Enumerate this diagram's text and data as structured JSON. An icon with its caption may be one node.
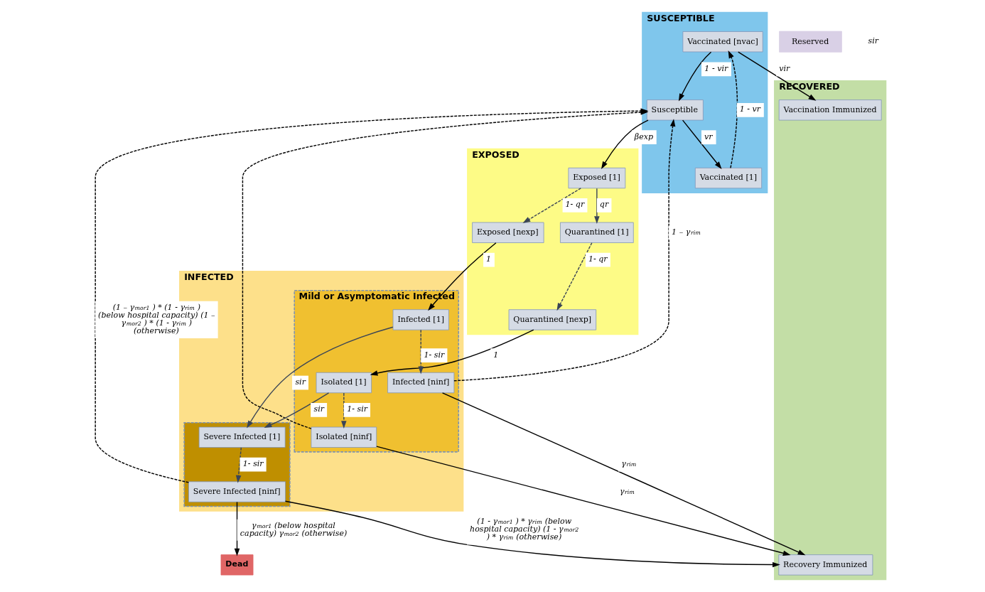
{
  "diagram": {
    "nodes": [
      {
        "text": [
          "RECOVERED"
        ]
      },
      {
        "text": [
          "Vaccination Immunized"
        ],
        "in": 0
      },
      {
        "text": [
          "Recovery Immunized"
        ],
        "in": 0
      },
      {
        "text": [
          "Reserved"
        ]
      },
      {
        "text": [
          "SUSCEPTIBLE"
        ]
      },
      {
        "text": [
          "Vaccinated [nvac]"
        ],
        "in": 4
      },
      {
        "text": [
          "Vaccinated [1]"
        ],
        "in": 4
      },
      {
        "text": [
          "Susceptible"
        ],
        "in": 4
      },
      {
        "text": [
          "EXPOSED"
        ]
      },
      {
        "text": [
          "Exposed [1]"
        ],
        "in": 8
      },
      {
        "text": [
          "Quarantined [1]"
        ],
        "in": 8
      },
      {
        "text": [
          "Exposed [nexp]"
        ],
        "in": 8
      },
      {
        "text": [
          "Quarantined [nexp]"
        ],
        "in": 8
      },
      {
        "text": [
          "INFECTED"
        ]
      },
      {
        "text": [
          "Mild or Asymptomatic Infected"
        ],
        "in": 13
      },
      {
        "text": [
          "Infected [ninf]"
        ],
        "in": 14
      },
      {
        "text": [
          "Infected [1]"
        ],
        "in": 14
      },
      {
        "text": [
          "Isolated [ninf]"
        ],
        "in": 14
      },
      {
        "text": [
          "Isolated [1]"
        ],
        "in": 14
      },
      {
        "text": [],
        "shape": "box",
        "in": 13
      },
      {
        "text": [
          "Severe Infected [ninf]"
        ],
        "in": 19
      },
      {
        "text": [
          "Severe Infected [1]"
        ],
        "in": 19
      },
      {
        "text": [
          "Dead"
        ]
      }
    ],
    "edges": [
      {
        "from": 7,
        "to": 6,
        "arrow": "to",
        "label": "vr"
      },
      {
        "from": 6,
        "to": 5,
        "arrow": "to",
        "label": "1 - vr",
        "style": "dashed"
      },
      {
        "from": 5,
        "to": 1,
        "arrow": "to",
        "label": "vir"
      },
      {
        "from": 5,
        "to": 7,
        "arrow": "to",
        "label": "1 - vir"
      },
      {
        "from": 7,
        "to": 9,
        "arrow": "to",
        "label": "βexp"
      },
      {
        "from": 9,
        "to": 10,
        "arrow": "to",
        "label": "qr",
        "color": "#3b4556"
      },
      {
        "from": 9,
        "to": 11,
        "arrow": "to",
        "label": "1- qr",
        "style": "dashed",
        "color": "#3b4556"
      },
      {
        "from": 10,
        "to": 12,
        "arrow": "to",
        "label": "1- qr",
        "style": "dashed",
        "color": "#3b4556"
      },
      {
        "from": 11,
        "to": 16,
        "arrow": "to",
        "label": "1"
      },
      {
        "from": 12,
        "to": 18,
        "arrow": "to",
        "label": "1"
      },
      {
        "from": 16,
        "to": 15,
        "arrow": "to",
        "label": "1- sir",
        "style": "dashed",
        "color": "#3b4556"
      },
      {
        "from": 18,
        "to": 17,
        "arrow": "to",
        "label": "1- sir",
        "style": "dashed",
        "color": "#3b4556"
      },
      {
        "from": 16,
        "to": 21,
        "arrow": "to",
        "label": "sir",
        "color": "#3b4556"
      },
      {
        "from": 18,
        "to": 21,
        "arrow": "to",
        "label": "sir",
        "color": "#3b4556"
      },
      {
        "from": 21,
        "to": 20,
        "arrow": "to",
        "label": "1- sir",
        "style": "dashed",
        "color": "#3b4556"
      },
      {
        "from": 15,
        "to": 2,
        "arrow": "to",
        "label": "γ$_{rim}$"
      },
      {
        "from": 17,
        "to": 2,
        "arrow": "to",
        "label": "γ$_{rim}$"
      },
      {
        "from": 20,
        "to": 2,
        "arrow": "to",
        "label": "(1 - γ$_{mor1}$ ) * γ$_{rim}$ (below hospital capacity) (1 - γ$_{mor2}$ ) * γ$_{rim}$ (otherwise)"
      },
      {
        "from": 15,
        "to": 7,
        "arrow": "to",
        "label": "1 – γ$_{rim}$",
        "style": "dashed"
      },
      {
        "from": 17,
        "to": 7,
        "arrow": "to",
        "style": "dashed"
      },
      {
        "from": 20,
        "to": 7,
        "arrow": "to",
        "label": "(1 – γ$_{mor1}$ ) * (1 - γ$_{rim}$ ) (below hospital capacity) (1 – γ$_{mor2}$ ) * (1 - γ$_{rim}$ ) (otherwise)",
        "style": "dashed"
      },
      {
        "from": 20,
        "to": 22,
        "arrow": "to",
        "label": "γ$_{mor1}$ (below hospital capacity) γ$_{mor2}$ (otherwise)"
      }
    ],
    "labels": [
      "sir"
    ]
  }
}
